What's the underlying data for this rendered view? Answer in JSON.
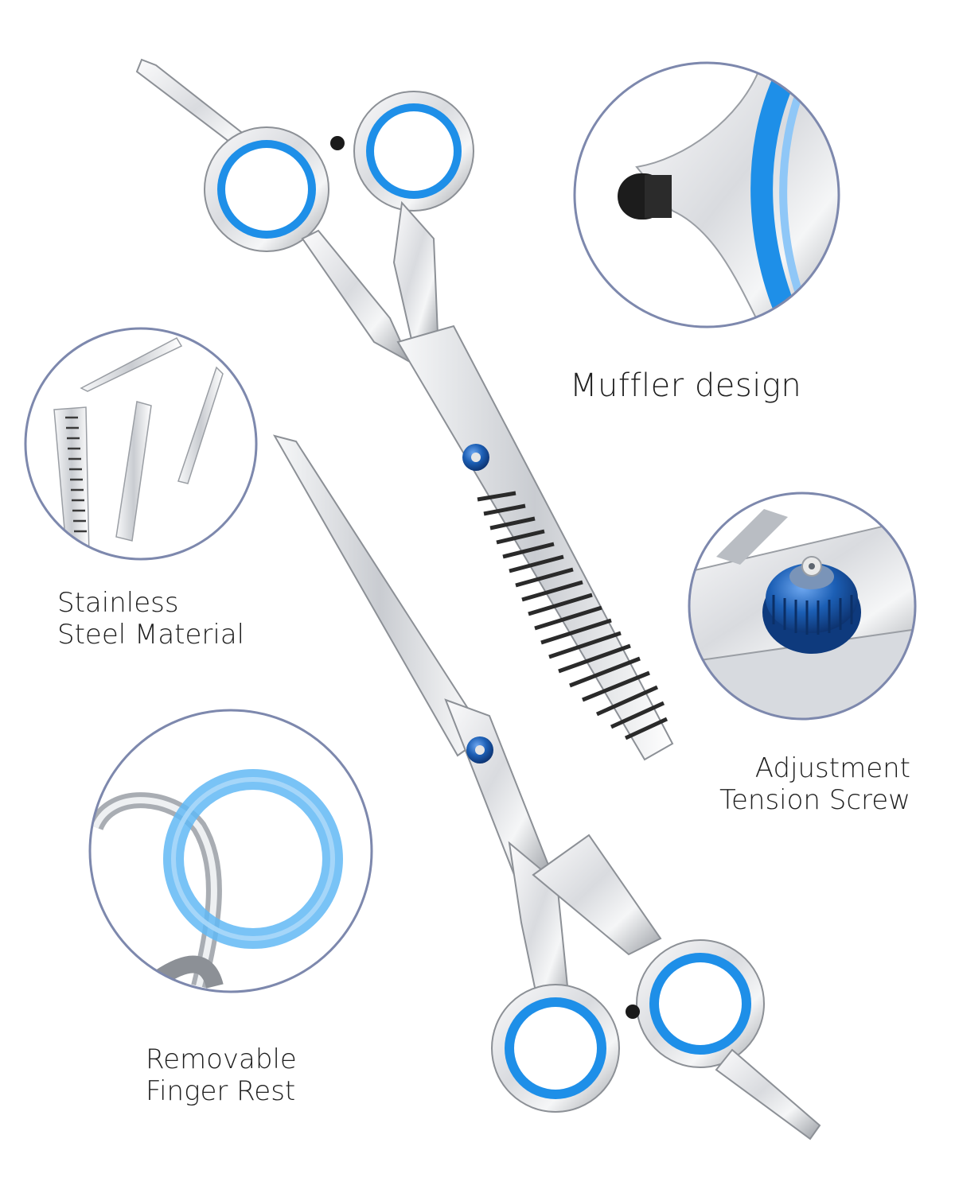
{
  "features": {
    "muffler": {
      "label": "Muffler design"
    },
    "steel": {
      "line1": "Stainless",
      "line2": "Steel Material"
    },
    "screw": {
      "line1": "Adjustment",
      "line2": "Tension Screw"
    },
    "finger_rest": {
      "line1": "Removable",
      "line2": "Finger Rest"
    }
  },
  "colors": {
    "circle_outline": "#7d88ad",
    "ring_blue": "#1e8fe8",
    "steel_light": "#f2f3f5",
    "steel_dark": "#8c9096",
    "screw_blue": "#1c5fb5"
  },
  "icons": {
    "thinning_shears": "thinning-shears-icon",
    "cutting_shears": "cutting-shears-icon",
    "muffler_detail": "muffler-detail-icon",
    "blades_detail": "blades-detail-icon",
    "screw_detail": "tension-screw-icon",
    "finger_ring_detail": "finger-ring-icon"
  }
}
